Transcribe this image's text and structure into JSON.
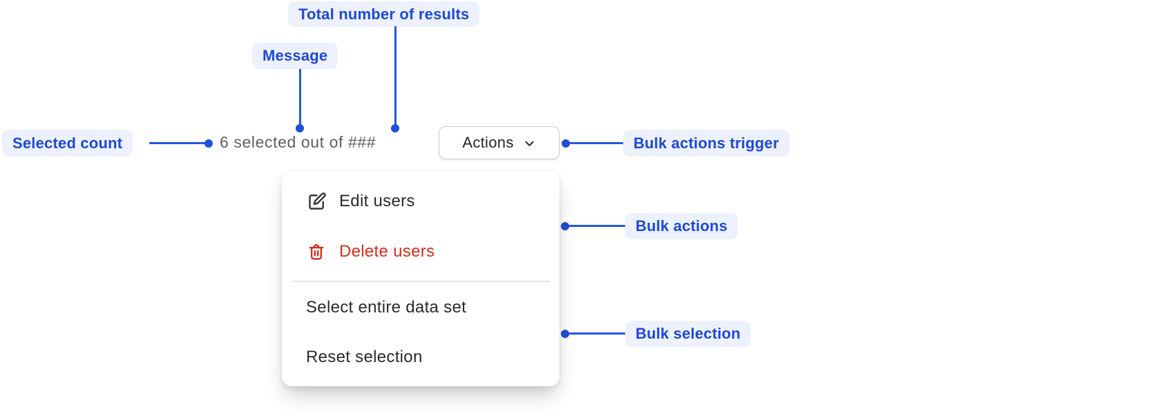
{
  "annotations": {
    "total_results": {
      "label": "Total number of results"
    },
    "message": {
      "label": "Message"
    },
    "selected_count": {
      "label": "Selected count"
    },
    "bulk_actions_trigger": {
      "label": "Bulk actions trigger"
    },
    "bulk_actions": {
      "label": "Bulk actions"
    },
    "bulk_selection": {
      "label": "Bulk selection"
    }
  },
  "component": {
    "selection_message": "6 selected out of ###",
    "selected_count_value": "6",
    "total_results_placeholder": "###",
    "actions_button": {
      "label": "Actions",
      "icon": "chevron-down-icon"
    },
    "menu": {
      "items": [
        {
          "label": "Edit users",
          "icon": "edit-icon",
          "tone": "default"
        },
        {
          "label": "Delete users",
          "icon": "trash-icon",
          "tone": "critical"
        },
        {
          "label": "Select entire data set",
          "icon": null,
          "tone": "default"
        },
        {
          "label": "Reset selection",
          "icon": null,
          "tone": "default"
        }
      ]
    }
  },
  "colors": {
    "annotation_bg": "#edf1fe",
    "annotation_text": "#1d48d8",
    "connector_blue": "#2258df",
    "message_gray": "#5d6064",
    "menu_text": "#272a2d",
    "critical_red": "#d92b1c",
    "button_border": "#c9ccd0",
    "divider": "#e5e6e8",
    "surface": "#ffffff"
  }
}
